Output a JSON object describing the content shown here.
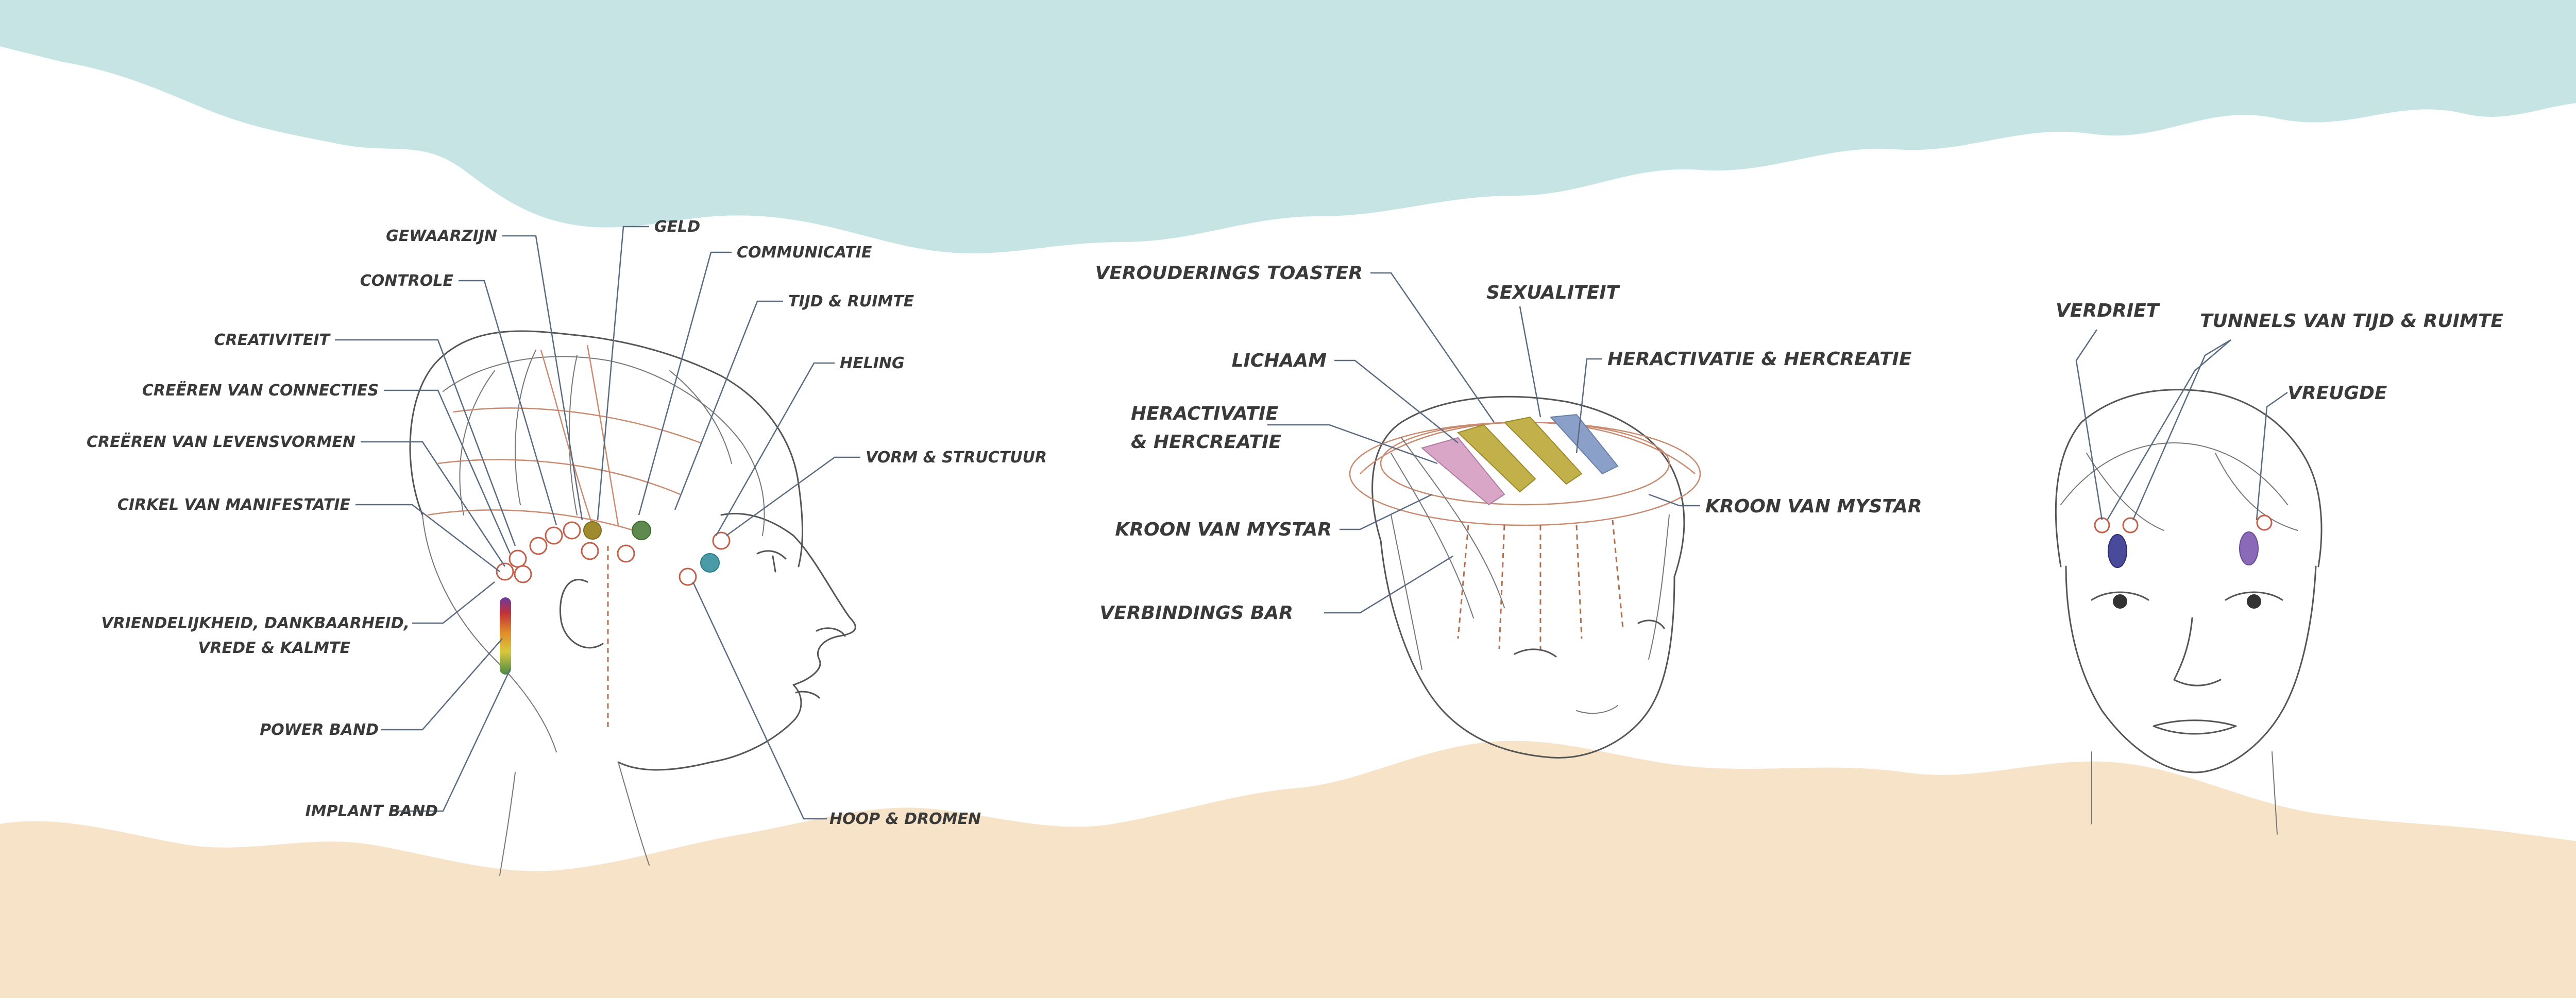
{
  "heads": {
    "side": {
      "labels": [
        "GEWAARZIJN",
        "GELD",
        "COMMUNICATIE",
        "CONTROLE",
        "TIJD & RUIMTE",
        "CREATIVITEIT",
        "HELING",
        "CREËREN VAN CONNECTIES",
        "CREËREN VAN LEVENSVORMEN",
        "VORM & STRUCTUUR",
        "CIRKEL VAN MANIFESTATIE",
        "VRIENDELIJKHEID, DANKBAARHEID,",
        "VREDE & KALMTE",
        "POWER BAND",
        "IMPLANT BAND",
        "HOOP & DROMEN"
      ]
    },
    "top": {
      "labels": [
        "VEROUDERINGS TOASTER",
        "SEXUALITEIT",
        "LICHAAM",
        "HERACTIVATIE & HERCREATIE",
        "HERACTIVATIE",
        "& HERCREATIE",
        "KROON VAN MYSTAR",
        "KROON VAN MYSTAR",
        "VERBINDINGS BAR"
      ]
    },
    "front": {
      "labels": [
        "VERDRIET",
        "TUNNELS VAN TIJD & RUIMTE",
        "VREUGDE"
      ]
    }
  },
  "colors": {
    "sky": "#c6e4e3",
    "sand": "#f7e3c8",
    "geld_bar": "#a08a2e",
    "communicatie_bar": "#5f8a4f",
    "heling_bar": "#4a9aa8",
    "verdriet_bar": "#4a4a9a",
    "vreugde_bar": "#8a6ab8",
    "lichaam_bar": "#d9a6c8",
    "crown_bar_1": "#c2b04a",
    "crown_bar_2": "#8aa0c8"
  }
}
